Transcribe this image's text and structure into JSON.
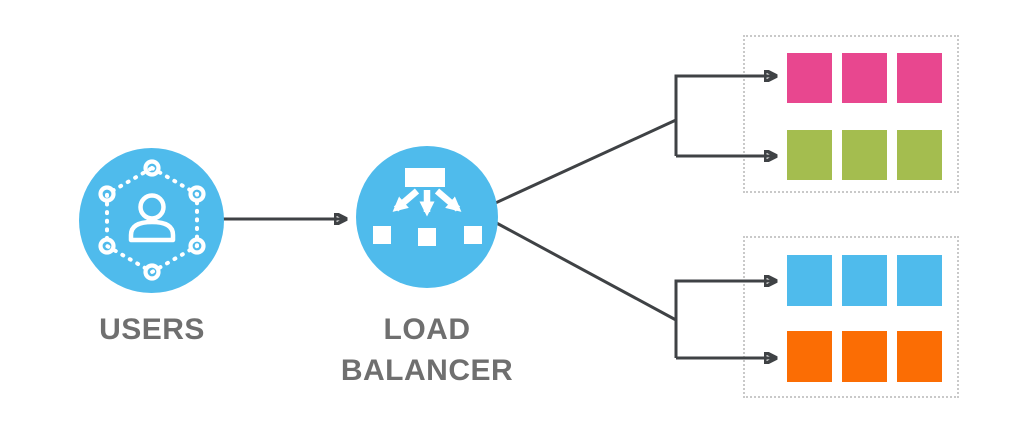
{
  "diagram": {
    "users": {
      "label": "USERS",
      "icon": "user-hexagon-network-icon",
      "fill": "#4FBBEC"
    },
    "load_balancer": {
      "label_line1": "LOAD",
      "label_line2": "BALANCER",
      "icon": "load-balancer-distribution-icon",
      "fill": "#4FBBEC"
    },
    "server_groups": [
      {
        "name": "server-group-top",
        "rows": [
          {
            "color_name": "pink",
            "color": "#E8478F",
            "server_count": 3
          },
          {
            "color_name": "green",
            "color": "#A4BD4F",
            "server_count": 3
          }
        ]
      },
      {
        "name": "server-group-bottom",
        "rows": [
          {
            "color_name": "blue",
            "color": "#4FBBEC",
            "server_count": 3
          },
          {
            "color_name": "orange",
            "color": "#FB6D04",
            "server_count": 3
          }
        ]
      }
    ],
    "styles": {
      "arrow_color": "#3F4245",
      "label_color": "#6F6F6F",
      "dash_border_color": "#C9C9C9",
      "background": "#FFFFFF"
    }
  }
}
